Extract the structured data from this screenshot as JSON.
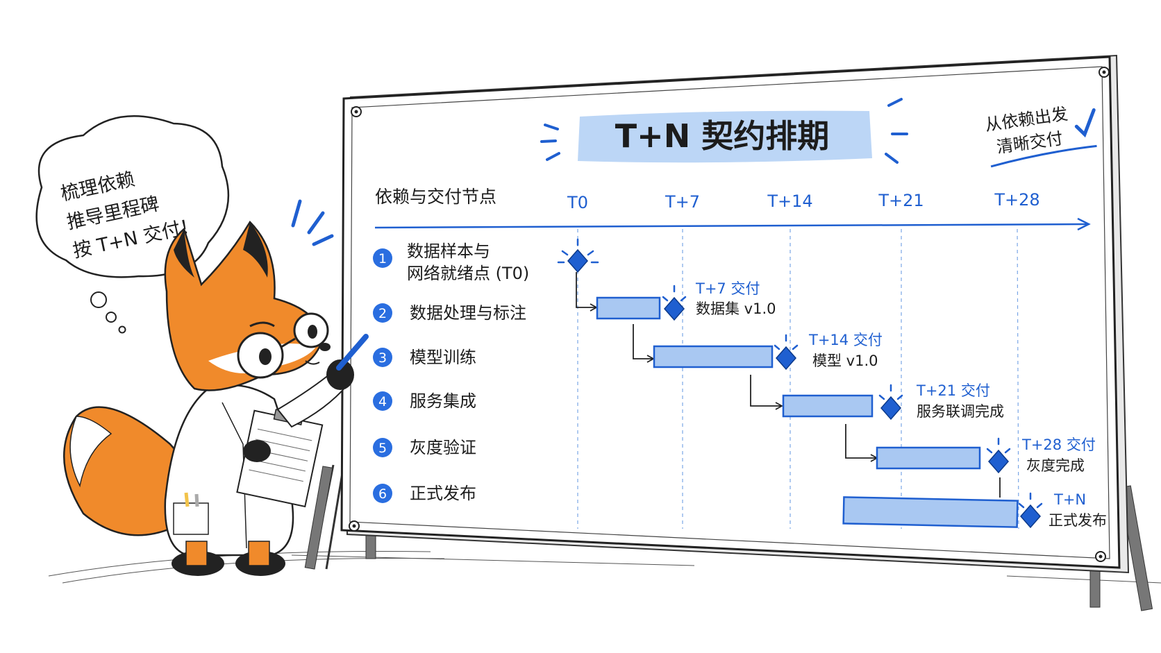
{
  "board": {
    "title": "T+N 契约排期",
    "note_line1": "从依赖出发",
    "note_line2": "清晰交付",
    "row_header": "依赖与交付节点"
  },
  "speech_bubble": {
    "line1": "梳理依赖",
    "line2": "推导里程碑",
    "line3": "按 T+N 交付！"
  },
  "timeline": {
    "ticks": [
      "T0",
      "T+7",
      "T+14",
      "T+21",
      "T+28"
    ]
  },
  "tasks": [
    {
      "num": "1",
      "label_line1": "数据样本与",
      "label_line2": "网络就绪点 (T0)"
    },
    {
      "num": "2",
      "label_line1": "数据处理与标注",
      "label_line2": ""
    },
    {
      "num": "3",
      "label_line1": "模型训练",
      "label_line2": ""
    },
    {
      "num": "4",
      "label_line1": "服务集成",
      "label_line2": ""
    },
    {
      "num": "5",
      "label_line1": "灰度验证",
      "label_line2": ""
    },
    {
      "num": "6",
      "label_line1": "正式发布",
      "label_line2": ""
    }
  ],
  "milestones": [
    {
      "line1": "T+7 交付",
      "line2": "数据集 v1.0"
    },
    {
      "line1": "T+14 交付",
      "line2": "模型 v1.0"
    },
    {
      "line1": "T+21 交付",
      "line2": "服务联调完成"
    },
    {
      "line1": "T+28 交付",
      "line2": "灰度完成"
    },
    {
      "line1": "T+N",
      "line2": "正式发布"
    }
  ],
  "colors": {
    "accent": "#1f5fd0",
    "bar_fill": "#a9c8f2",
    "title_highlight": "#bcd6f6",
    "fox_orange": "#f08a2b"
  }
}
